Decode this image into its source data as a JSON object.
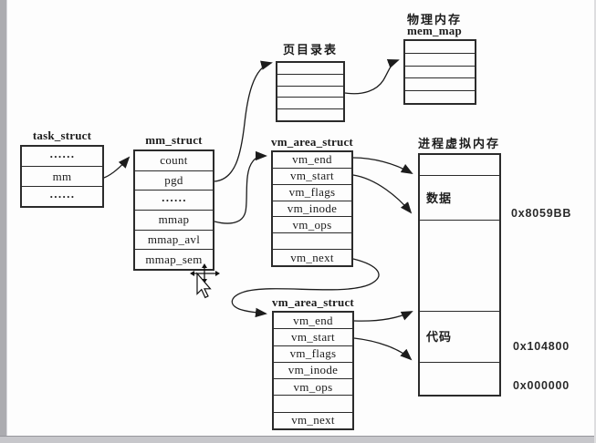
{
  "diagram": {
    "task_struct": {
      "title": "task_struct",
      "rows": [
        "······",
        "mm",
        "······"
      ]
    },
    "mm_struct": {
      "title": "mm_struct",
      "rows": [
        "count",
        "pgd",
        "······",
        "mmap",
        "mmap_avl",
        "mmap_sem"
      ]
    },
    "page_directory": {
      "title": "页目录表",
      "row_count": 5
    },
    "mem_map": {
      "title_line1": "物理内存",
      "title_line2": "mem_map",
      "row_count": 5
    },
    "vm_area_1": {
      "title": "vm_area_struct",
      "rows": [
        "vm_end",
        "vm_start",
        "vm_flags",
        "vm_inode",
        "vm_ops",
        "",
        "vm_next"
      ]
    },
    "vm_area_2": {
      "title": "vm_area_struct",
      "rows": [
        "vm_end",
        "vm_start",
        "vm_flags",
        "vm_inode",
        "vm_ops",
        "",
        "vm_next"
      ]
    },
    "virtual_memory": {
      "title": "进程虚拟内存",
      "data_segment_label": "数据",
      "code_segment_label": "代码",
      "addresses": [
        "0x8059BB",
        "0x104800",
        "0x000000"
      ]
    }
  },
  "colors": {
    "line": "#1c1c1c",
    "background": "#fdfdfd",
    "frame_gray": "#c7c7cb"
  }
}
